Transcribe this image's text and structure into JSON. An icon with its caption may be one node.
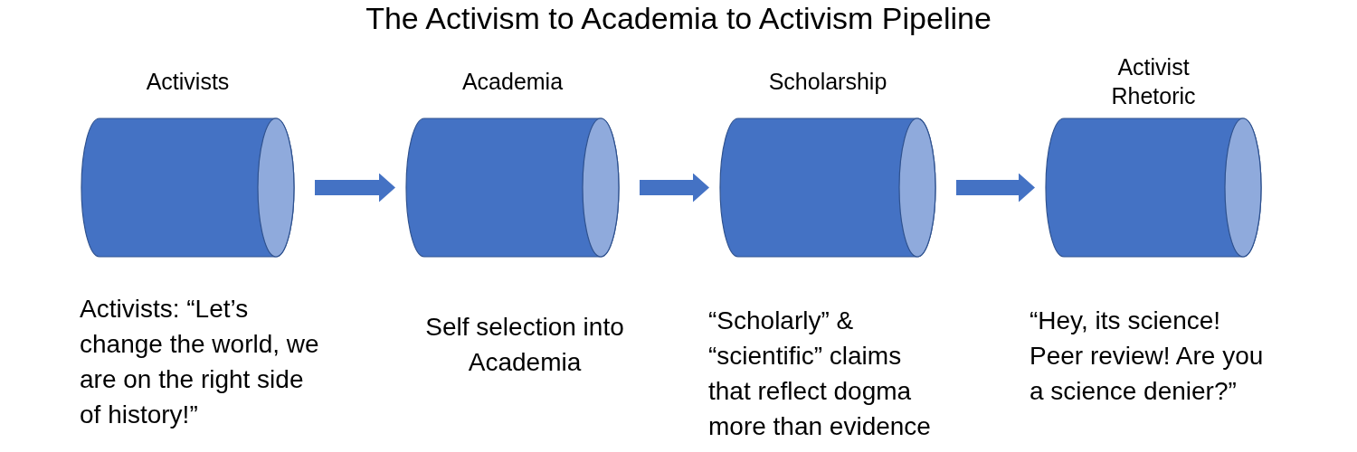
{
  "diagram": {
    "title": "The Activism to Academia to Activism Pipeline",
    "nodes": [
      {
        "text": [
          "Activists"
        ],
        "beside": [
          "Activists: “Let’s change the world, we are on the right side of history!”"
        ]
      },
      {
        "text": [
          "Academia"
        ],
        "beside": [
          "Self selection into Academia"
        ]
      },
      {
        "text": [
          "Scholarship"
        ],
        "beside": [
          "“Scholarly” & “scientific” claims that reflect dogma more than evidence"
        ]
      },
      {
        "text": [
          "Activist Rhetoric"
        ],
        "beside": [
          "“Hey, its science! Peer review! Are you a science denier?”"
        ]
      }
    ],
    "edges": [
      {
        "from": 0,
        "to": 1,
        "arrow": "to"
      },
      {
        "from": 1,
        "to": 2,
        "arrow": "to"
      },
      {
        "from": 2,
        "to": 3,
        "arrow": "to"
      }
    ]
  }
}
